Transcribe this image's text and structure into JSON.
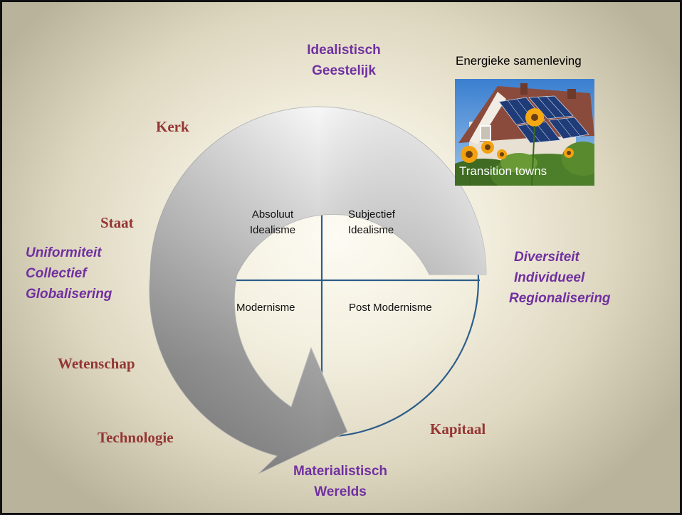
{
  "top_labels": [
    "Idealistisch",
    "Geestelijk"
  ],
  "bottom_labels": [
    "Materialistisch",
    "Werelds"
  ],
  "left_values": [
    "Uniformiteit",
    "Collectief",
    "Globalisering"
  ],
  "right_values": [
    "Diversiteit",
    "Individueel",
    "Regionalisering"
  ],
  "institutions": {
    "kerk": "Kerk",
    "staat": "Staat",
    "wetenschap": "Wetenschap",
    "technologie": "Technologie",
    "kapitaal": "Kapitaal"
  },
  "quadrants": {
    "top_left": [
      "Absoluut",
      "Idealisme"
    ],
    "top_right": [
      "Subjectief",
      "Idealisme"
    ],
    "bottom_left": "Modernisme",
    "bottom_right": "Post Modernisme"
  },
  "energy": {
    "title": "Energieke samenleving",
    "caption": "Transition towns"
  },
  "colors": {
    "institution": "#943634",
    "values": "#7030a0",
    "circle_line": "#2e5d8a"
  }
}
